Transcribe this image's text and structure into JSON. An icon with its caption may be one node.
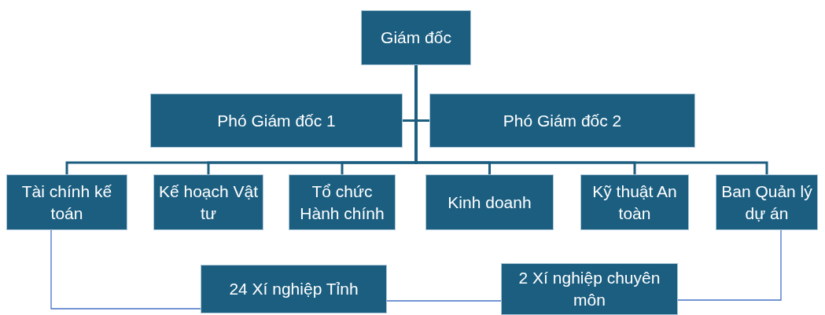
{
  "diagram": {
    "nodes": [
      {
        "text": [
          "Giám đốc"
        ]
      },
      {
        "text": [
          "Phó Giám đốc 1"
        ]
      },
      {
        "text": [
          "Phó Giám đốc 2"
        ]
      },
      {
        "text": [
          "Tài chính kế toán"
        ]
      },
      {
        "text": [
          "Kế hoạch Vật tư"
        ]
      },
      {
        "text": [
          "Tổ chức Hành chính"
        ]
      },
      {
        "text": [
          "Kinh doanh"
        ]
      },
      {
        "text": [
          "Kỹ thuật An toàn"
        ]
      },
      {
        "text": [
          "Ban Quản lý dự án"
        ]
      },
      {
        "text": [
          "24 Xí nghiệp Tỉnh"
        ]
      },
      {
        "text": [
          "2 Xí nghiệp chuyên môn"
        ]
      }
    ],
    "edges": [
      {
        "from": 0,
        "to": 1,
        "arrow": "none"
      },
      {
        "from": 0,
        "to": 2,
        "arrow": "none"
      },
      {
        "from": 0,
        "to": 3,
        "arrow": "none"
      },
      {
        "from": 0,
        "to": 4,
        "arrow": "none"
      },
      {
        "from": 0,
        "to": 5,
        "arrow": "none"
      },
      {
        "from": 0,
        "to": 6,
        "arrow": "none"
      },
      {
        "from": 0,
        "to": 7,
        "arrow": "none"
      },
      {
        "from": 0,
        "to": 8,
        "arrow": "none"
      },
      {
        "from": 3,
        "to": 9,
        "arrow": "none",
        "color": "#4472c4"
      },
      {
        "from": 9,
        "to": 10,
        "arrow": "none",
        "color": "#4472c4"
      },
      {
        "from": 10,
        "to": 8,
        "arrow": "none",
        "color": "#4472c4"
      }
    ]
  }
}
